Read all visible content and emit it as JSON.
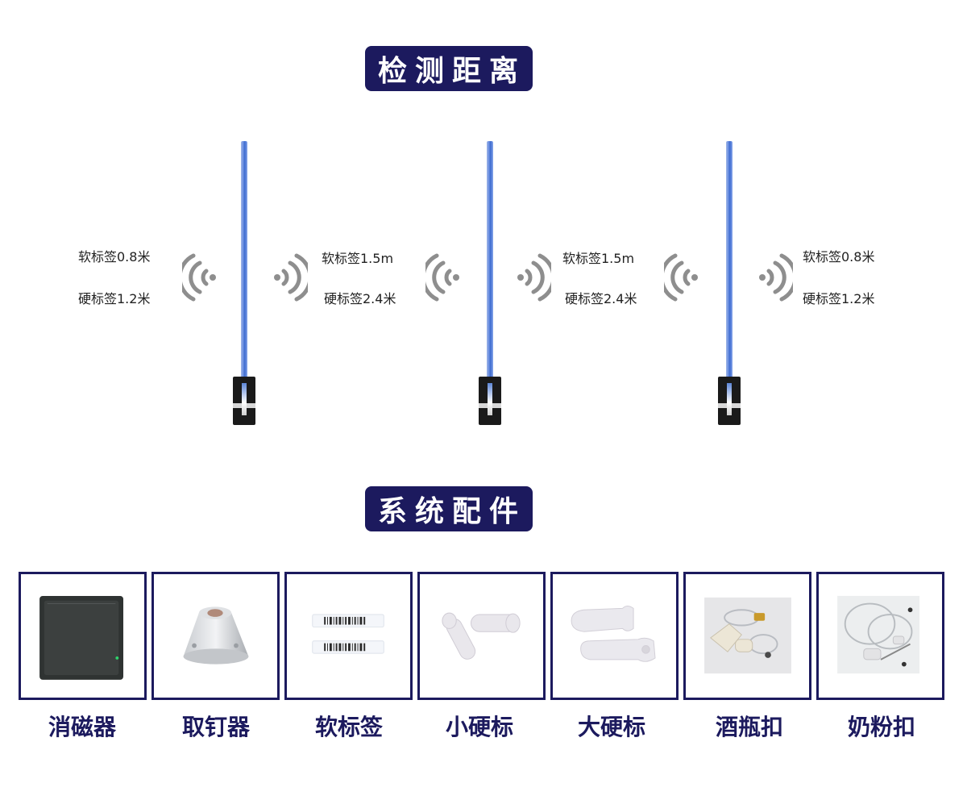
{
  "sections": {
    "distance_title": "检测距离",
    "accessories_title": "系统配件"
  },
  "distances": {
    "left_soft": "软标签0.8米",
    "left_hard": "硬标签1.2米",
    "mid1_soft": "软标签1.5m",
    "mid1_hard": "硬标签2.4米",
    "mid2_soft": "软标签1.5m",
    "mid2_hard": "硬标签2.4米",
    "right_soft": "软标签0.8米",
    "right_hard": "硬标签1.2米"
  },
  "accessories": [
    {
      "label": "消磁器",
      "icon": "deactivator-pad"
    },
    {
      "label": "取钉器",
      "icon": "detacher"
    },
    {
      "label": "软标签",
      "icon": "soft-label"
    },
    {
      "label": "小硬标",
      "icon": "small-hard-tag"
    },
    {
      "label": "大硬标",
      "icon": "large-hard-tag"
    },
    {
      "label": "酒瓶扣",
      "icon": "bottle-tag"
    },
    {
      "label": "奶粉扣",
      "icon": "milk-powder-tag"
    }
  ],
  "colors": {
    "banner": "#1c1a5e",
    "label": "#1c1a5e",
    "antenna": "#5d86d8",
    "wave": "#8e8e8e"
  }
}
